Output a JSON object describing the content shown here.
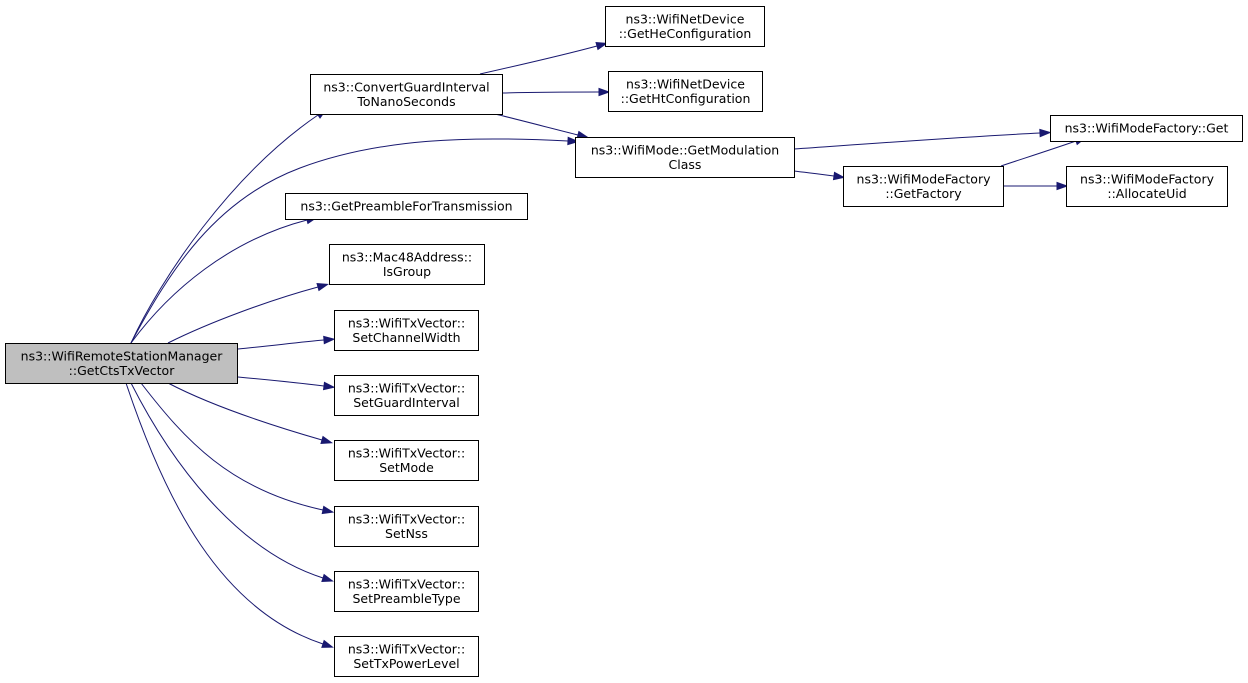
{
  "graph": {
    "nodes": [
      {
        "id": "root",
        "lines": [
          "ns3::WifiRemoteStationManager",
          "::GetCtsTxVector"
        ],
        "highlighted": true
      },
      {
        "id": "convert",
        "lines": [
          "ns3::ConvertGuardInterval",
          "ToNanoSeconds"
        ]
      },
      {
        "id": "preamble",
        "lines": [
          "ns3::GetPreambleForTransmission"
        ]
      },
      {
        "id": "isgroup",
        "lines": [
          "ns3::Mac48Address::",
          "IsGroup"
        ]
      },
      {
        "id": "chwidth",
        "lines": [
          "ns3::WifiTxVector::",
          "SetChannelWidth"
        ]
      },
      {
        "id": "guard",
        "lines": [
          "ns3::WifiTxVector::",
          "SetGuardInterval"
        ]
      },
      {
        "id": "setmode",
        "lines": [
          "ns3::WifiTxVector::",
          "SetMode"
        ]
      },
      {
        "id": "setnss",
        "lines": [
          "ns3::WifiTxVector::",
          "SetNss"
        ]
      },
      {
        "id": "pretype",
        "lines": [
          "ns3::WifiTxVector::",
          "SetPreambleType"
        ]
      },
      {
        "id": "txpower",
        "lines": [
          "ns3::WifiTxVector::",
          "SetTxPowerLevel"
        ]
      },
      {
        "id": "heconf",
        "lines": [
          "ns3::WifiNetDevice",
          "::GetHeConfiguration"
        ]
      },
      {
        "id": "htconf",
        "lines": [
          "ns3::WifiNetDevice",
          "::GetHtConfiguration"
        ]
      },
      {
        "id": "modclass",
        "lines": [
          "ns3::WifiMode::GetModulation",
          "Class"
        ]
      },
      {
        "id": "factory",
        "lines": [
          "ns3::WifiModeFactory",
          "::GetFactory"
        ]
      },
      {
        "id": "get",
        "lines": [
          "ns3::WifiModeFactory::Get"
        ]
      },
      {
        "id": "alloc",
        "lines": [
          "ns3::WifiModeFactory",
          "::AllocateUid"
        ]
      }
    ],
    "edges": [
      {
        "from": "root",
        "to": "convert"
      },
      {
        "from": "root",
        "to": "modclass"
      },
      {
        "from": "root",
        "to": "preamble"
      },
      {
        "from": "root",
        "to": "isgroup"
      },
      {
        "from": "root",
        "to": "chwidth"
      },
      {
        "from": "root",
        "to": "guard"
      },
      {
        "from": "root",
        "to": "setmode"
      },
      {
        "from": "root",
        "to": "setnss"
      },
      {
        "from": "root",
        "to": "pretype"
      },
      {
        "from": "root",
        "to": "txpower"
      },
      {
        "from": "convert",
        "to": "heconf"
      },
      {
        "from": "convert",
        "to": "htconf"
      },
      {
        "from": "convert",
        "to": "modclass"
      },
      {
        "from": "modclass",
        "to": "get"
      },
      {
        "from": "modclass",
        "to": "factory"
      },
      {
        "from": "factory",
        "to": "get"
      },
      {
        "from": "factory",
        "to": "alloc"
      }
    ],
    "colors": {
      "edge": "#191970",
      "root_fill": "#bfbfbf",
      "node_fill": "#ffffff",
      "border": "#000000"
    }
  }
}
